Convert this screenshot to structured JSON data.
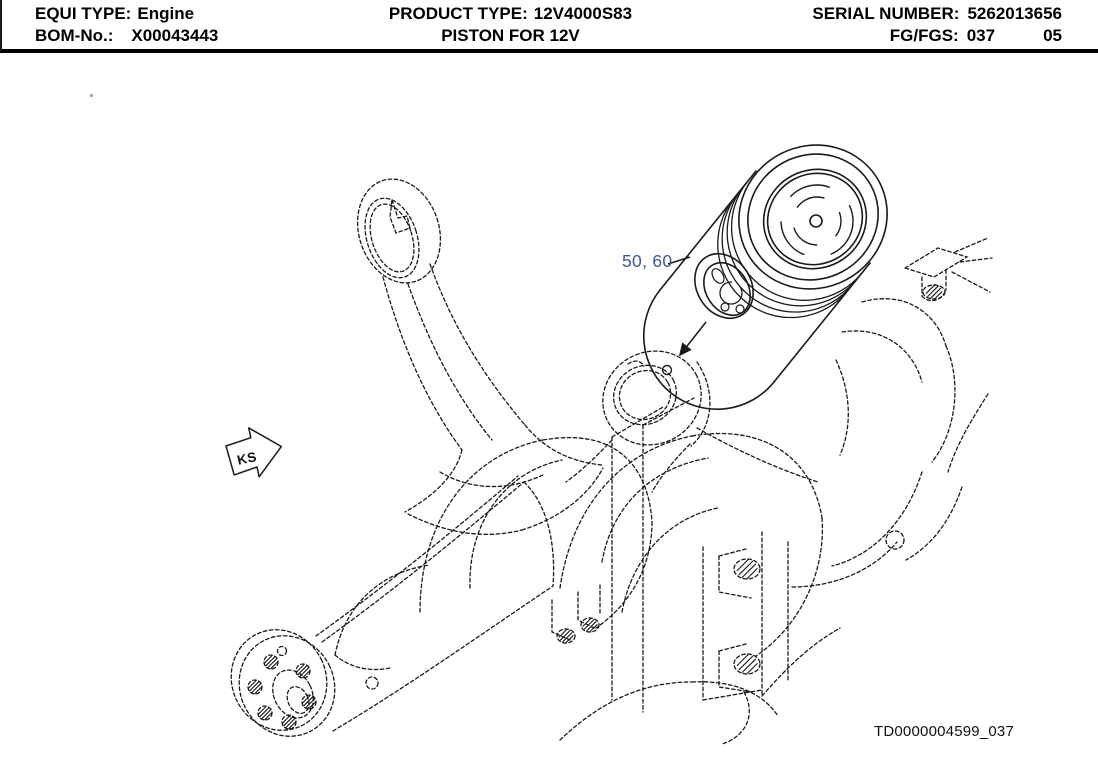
{
  "header": {
    "equi_type_label": "EQUI TYPE:",
    "equi_type_value": "Engine",
    "product_type_label": "PRODUCT TYPE:",
    "product_type_value": "12V4000S83",
    "serial_number_label": "SERIAL NUMBER:",
    "serial_number_value": "5262013656",
    "bom_label": "BOM-No.:",
    "bom_value": "X00043443",
    "subtitle": "PISTON FOR 12V",
    "fg_fgs_label": "FG/FGS:",
    "fg_fgs_value": "037",
    "sheet_number": "05"
  },
  "diagram": {
    "callout_label": "50, 60",
    "view_marker_label": "KS",
    "drawing_id": "TD0000004599_037",
    "callout_color": "#3A5795",
    "line_color": "#1a1a1a"
  }
}
